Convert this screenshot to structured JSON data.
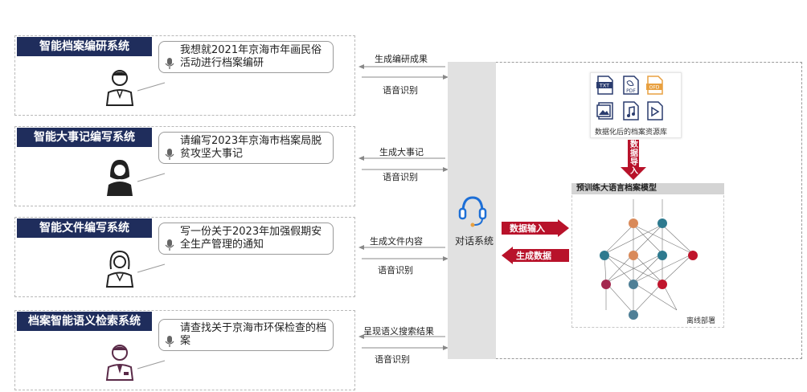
{
  "panels": [
    {
      "title": "智能档案编研系统",
      "query": "我想就2021年京海市年画民俗活动进行档案编研",
      "output_label": "生成编研成果",
      "input_label": "语音识别",
      "avatar": "male-user-icon"
    },
    {
      "title": "智能大事记编写系统",
      "query": "请编写2023年京海市档案局脱贫攻坚大事记",
      "output_label": "生成大事记",
      "input_label": "语音识别",
      "avatar": "female-user-icon"
    },
    {
      "title": "智能文件编写系统",
      "query": "写一份关于2023年加强假期安全生产管理的通知",
      "output_label": "生成文件内容",
      "input_label": "语音识别",
      "avatar": "female-staff-icon"
    },
    {
      "title": "档案智能语义检索系统",
      "query": "请查找关于京海市环保检查的档案",
      "output_label": "呈现语义搜索结果",
      "input_label": "语音识别",
      "avatar": "businessman-icon"
    }
  ],
  "dialog_system": {
    "label": "对话系统",
    "icon": "headset-icon"
  },
  "resources": {
    "label": "数据化后的档案资源库",
    "files": [
      {
        "icon": "txt-file-icon",
        "text": "TXT",
        "color": "#2a3c6e"
      },
      {
        "icon": "pdf-file-icon",
        "text": "PDF",
        "color": "#2a3c6e"
      },
      {
        "icon": "ofd-file-icon",
        "text": "OFD",
        "color": "#e8a040"
      },
      {
        "icon": "image-file-icon",
        "text": "",
        "color": "#2a3c6e"
      },
      {
        "icon": "audio-file-icon",
        "text": "",
        "color": "#2a3c6e"
      },
      {
        "icon": "video-file-icon",
        "text": "",
        "color": "#2a3c6e"
      }
    ]
  },
  "data_import_label": "数据导入",
  "data_input_label": "数据输入",
  "data_generate_label": "生成数据",
  "model": {
    "title": "预训练大语言档案模型",
    "deploy_label": "离线部署"
  },
  "colors": {
    "title_bg": "#1f2d5c",
    "accent_red": "#b8122a",
    "node_orange": "#d98a5a",
    "node_teal": "#2e7a8f",
    "node_red": "#c0152c",
    "node_maroon": "#a3284f",
    "node_slate": "#4f7f96"
  }
}
